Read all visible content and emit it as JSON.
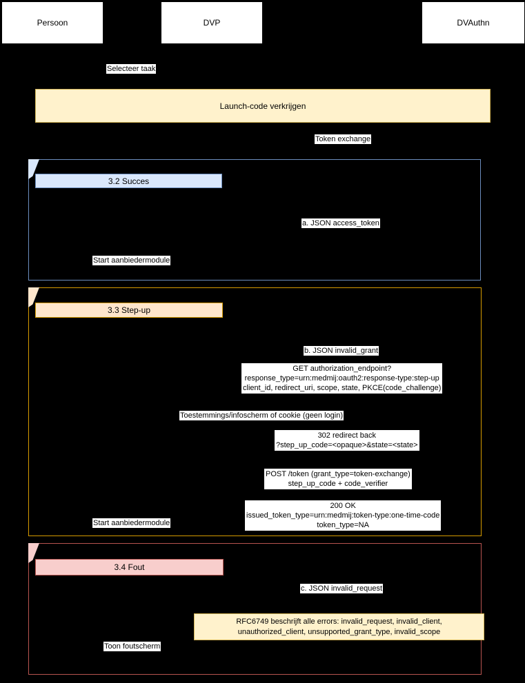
{
  "diagram": {
    "background_color": "#000000",
    "palette": {
      "yellow_fill": "#FFF2CC",
      "yellow_border": "#D6B656",
      "blue_fill": "#DAE8FC",
      "blue_border": "#6C8EBF",
      "orange_fill": "#FFE6CC",
      "orange_border": "#D79B00",
      "red_fill": "#F8CECC",
      "red_border": "#B85450",
      "box_fill": "#FFFFFF",
      "text_color": "#000000"
    },
    "actors": [
      {
        "label": "Persoon"
      },
      {
        "label": "DVP"
      },
      {
        "label": "DVAuthn"
      }
    ],
    "top_flow": {
      "selecteer_taak": "Selecteer taak",
      "launch_code": "Launch-code verkrijgen",
      "token_exchange": "Token exchange"
    },
    "frames": [
      {
        "title": "3.2 Succes",
        "labels": {
          "json_access_token": "a. JSON access_token",
          "start_aanbiedermodule": "Start aanbiedermodule"
        }
      },
      {
        "title": "3.3 Step-up",
        "labels": {
          "json_invalid_grant": "b. JSON invalid_grant",
          "get_request": [
            "GET authorization_endpoint?",
            "response_type=urn:medmij:oauth2:response-type:step-up",
            "client_id, redirect_uri, scope, state, PKCE(code_challenge)"
          ],
          "consent": "Toestemmings/infoscherm of cookie (geen login)",
          "redirect_back": [
            "302 redirect back",
            "?step_up_code=<opaque>&state=<state>"
          ],
          "post_token": [
            "POST /token (grant_type=token-exchange)",
            "step_up_code + code_verifier"
          ],
          "ok_200": [
            "200 OK",
            "issued_token_type=urn:medmij:token-type:one-time-code",
            "token_type=NA"
          ],
          "start_aanbiedermodule": "Start aanbiedermodule"
        }
      },
      {
        "title": "3.4 Fout",
        "labels": {
          "json_invalid_request": "c. JSON invalid_request",
          "rfc_note": [
            "RFC6749 beschrijft alle errors: invalid_request, invalid_client,",
            "unauthorized_client, unsupported_grant_type, invalid_scope"
          ],
          "toon_foutscherm": "Toon foutscherm"
        }
      }
    ]
  }
}
